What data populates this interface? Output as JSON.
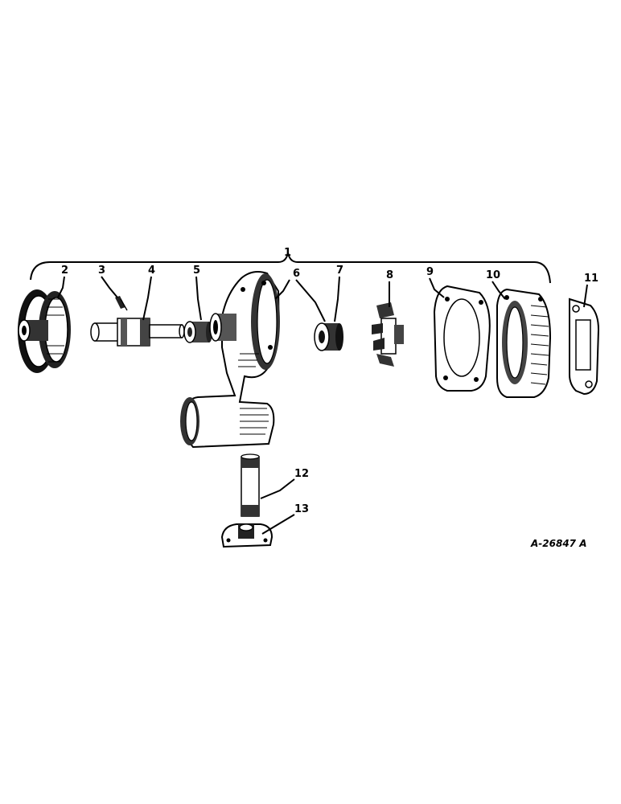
{
  "callouts": {
    "c1": "1",
    "c2": "2",
    "c3": "3",
    "c4": "4",
    "c5": "5",
    "c6": "6",
    "c7": "7",
    "c8": "8",
    "c9": "9",
    "c10": "10",
    "c11": "11",
    "c12": "12",
    "c13": "13"
  },
  "drawing_number": "A-26847 A",
  "ink_color": "#000000",
  "background_color": "#ffffff"
}
